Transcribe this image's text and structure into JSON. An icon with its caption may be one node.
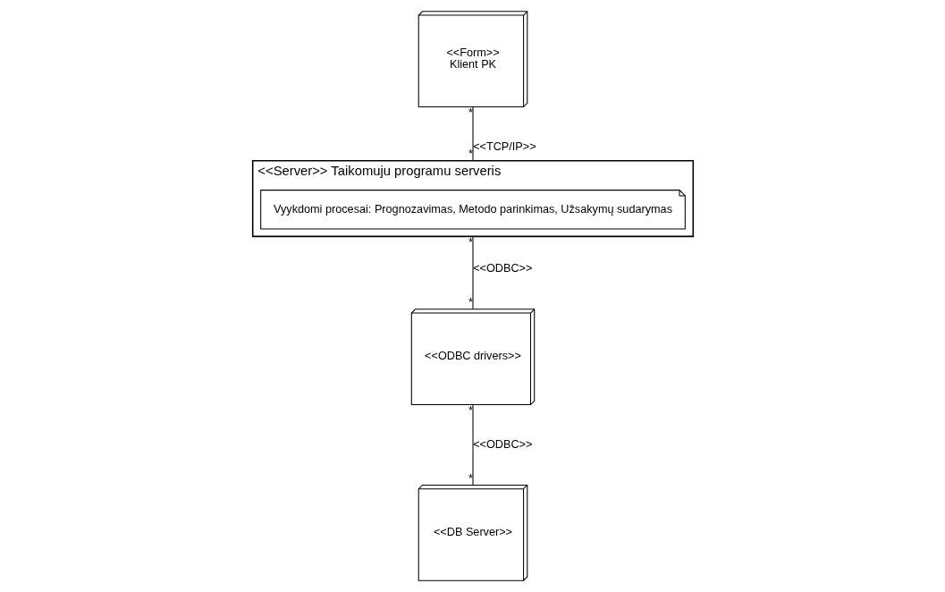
{
  "diagram": {
    "nodes": [
      {
        "text": [
          "<<Form>>",
          "Klient PK"
        ]
      },
      {
        "text": [
          "<<ODBC drivers>>"
        ]
      },
      {
        "text": [
          "<<Server>> Taikomuju programu serveris"
        ]
      },
      {
        "text": [
          "Vyykdomi procesai: Prognozavimas, Metodo parinkimas, Užsakymų sudarymas"
        ],
        "in": 2
      },
      {
        "text": [
          "<<DB Server>>"
        ]
      }
    ],
    "edges": [
      {
        "from": 0,
        "to": 2,
        "arrow": "none",
        "label": "<<TCP/IP>>"
      },
      {
        "from": 2,
        "to": 1,
        "arrow": "none",
        "label": "<<ODBC>>"
      },
      {
        "from": 1,
        "to": 4,
        "arrow": "none",
        "label": "<<ODBC>>"
      }
    ],
    "labels": [
      "*",
      "*",
      "*",
      "*",
      "*",
      "*"
    ]
  }
}
